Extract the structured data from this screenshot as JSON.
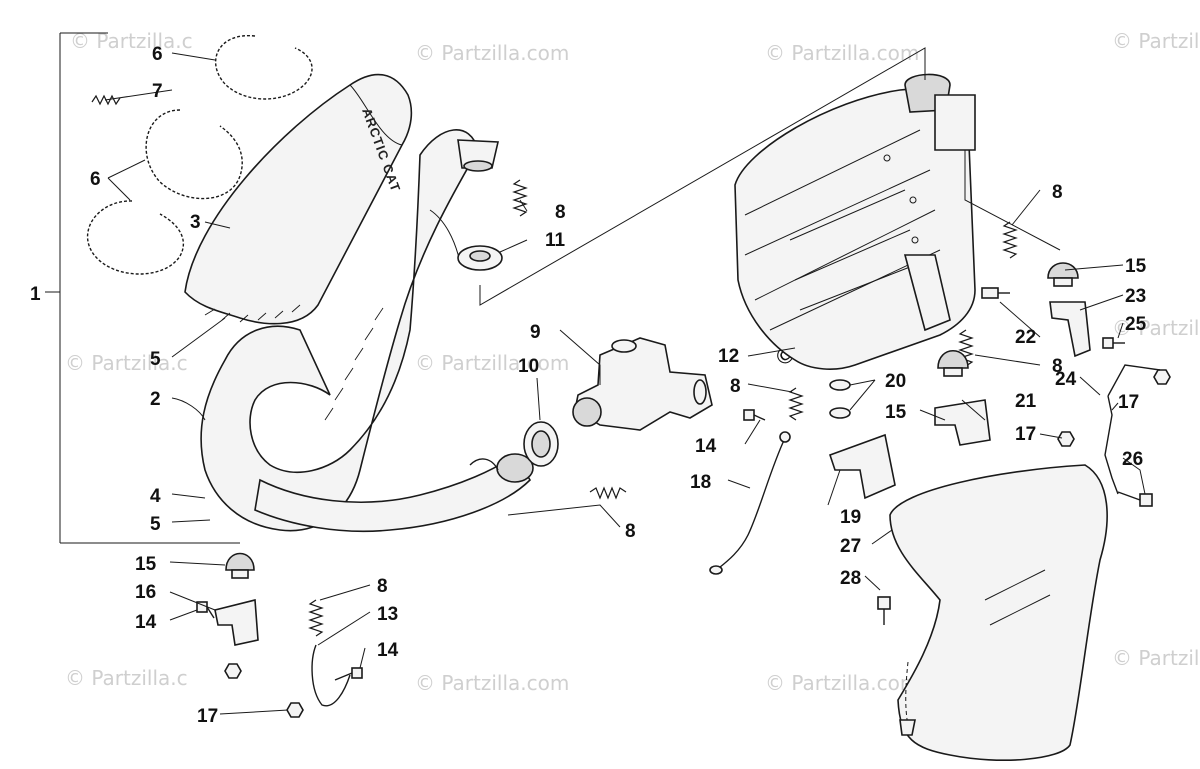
{
  "watermark": {
    "text": "© Partzilla.com",
    "short": "© Partzilla.c"
  },
  "diagram": {
    "brand_mark": "ARCTIC CAT",
    "callouts": {
      "c1": "1",
      "c2": "2",
      "c3": "3",
      "c4": "4",
      "c5a": "5",
      "c5b": "5",
      "c6a": "6",
      "c6b": "6",
      "c7": "7",
      "c8a": "8",
      "c8b": "8",
      "c8c": "8",
      "c8d": "8",
      "c8e": "8",
      "c8f": "8",
      "c9": "9",
      "c10": "10",
      "c11": "11",
      "c12": "12",
      "c13": "13",
      "c14a": "14",
      "c14b": "14",
      "c14c": "14",
      "c15a": "15",
      "c15b": "15",
      "c15c": "15",
      "c16": "16",
      "c17a": "17",
      "c17b": "17",
      "c17c": "17",
      "c18": "18",
      "c19": "19",
      "c20": "20",
      "c21": "21",
      "c22": "22",
      "c23": "23",
      "c24": "24",
      "c25": "25",
      "c26": "26",
      "c27": "27",
      "c28": "28"
    }
  }
}
